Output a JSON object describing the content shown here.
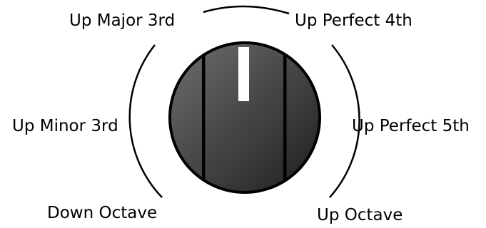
{
  "knob": {
    "positions": [
      {
        "id": "down-octave",
        "label": "Down Octave"
      },
      {
        "id": "up-minor-3rd",
        "label": "Up Minor 3rd"
      },
      {
        "id": "up-major-3rd",
        "label": "Up Major 3rd"
      },
      {
        "id": "up-perfect-4th",
        "label": "Up Perfect 4th"
      },
      {
        "id": "up-perfect-5th",
        "label": "Up Perfect 5th"
      },
      {
        "id": "up-octave",
        "label": "Up Octave"
      }
    ],
    "selected_between": [
      "Up Major 3rd",
      "Up Perfect 4th"
    ],
    "colors": {
      "knob_rim": "#000000",
      "knob_face_light": "#6e6e6e",
      "knob_face_dark": "#1e1e1e",
      "indicator": "#ffffff",
      "scale_arc": "#000000"
    }
  }
}
